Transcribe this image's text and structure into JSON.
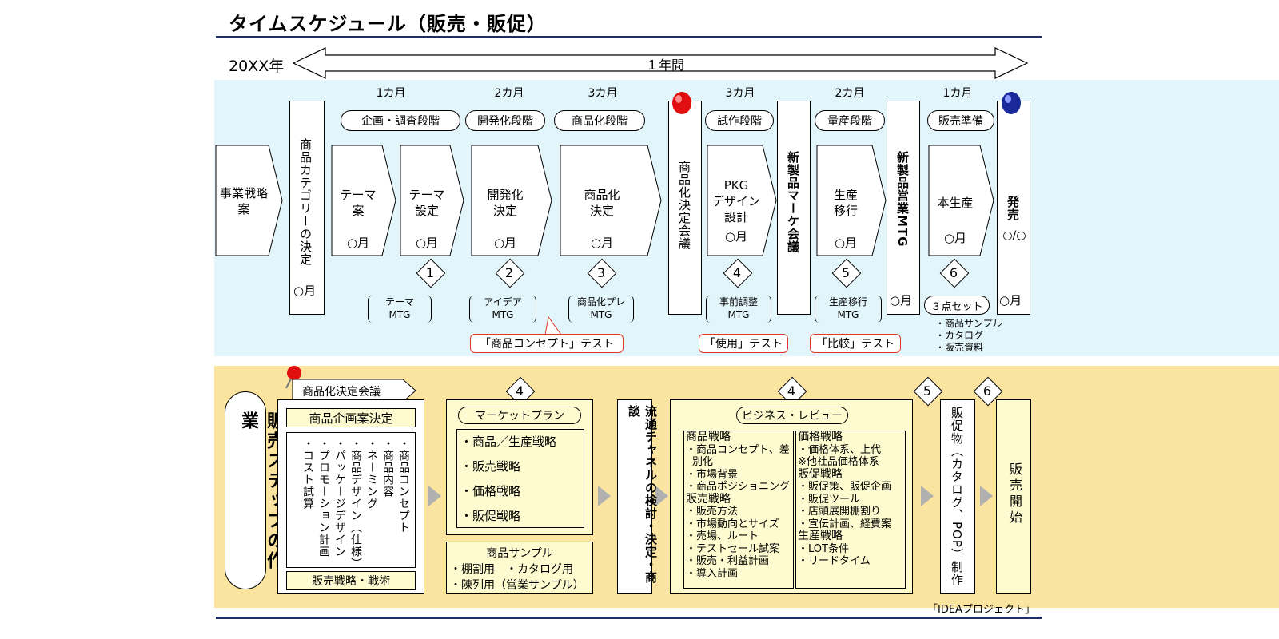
{
  "title": "タイムスケジュール（販売・販促）",
  "year_label": "20XX年",
  "span_label": "１年間",
  "durations": [
    "1カ月",
    "2カ月",
    "3カ月",
    "3カ月",
    "2カ月",
    "1カ月"
  ],
  "phases": [
    "企画・調査段階",
    "開発化段階",
    "商品化段階",
    "試作段階",
    "量産段階",
    "販売準備"
  ],
  "strategy": "事業戦略案",
  "category_decision": [
    "商品カテゴリーの決定",
    "○月"
  ],
  "steps": [
    {
      "l1": "テーマ",
      "l2": "案",
      "date": "○月"
    },
    {
      "l1": "テーマ",
      "l2": "設定",
      "date": "○月"
    },
    {
      "l1": "開発化",
      "l2": "決定",
      "date": "○月"
    },
    {
      "l1": "商品化",
      "l2": "決定",
      "date": "○月"
    },
    {
      "l1": "PKG",
      "l2": "デザイン",
      "l3": "設計",
      "date": "○月"
    },
    {
      "l1": "生産",
      "l2": "移行",
      "date": "○月"
    },
    {
      "l1": "本生産",
      "l2": "",
      "date": "○月"
    }
  ],
  "gates": {
    "commercialization": "商品化決定会議",
    "marketing": "新製品マーケ会議",
    "sales_mtg": "新製品営業MTG",
    "sales_mtg_date": "○月",
    "launch": "発売",
    "launch_date": "○/○",
    "launch_month": "○月"
  },
  "milestones": [
    "1",
    "2",
    "3",
    "4",
    "5",
    "6"
  ],
  "mtgs": [
    {
      "l1": "テーマ",
      "l2": "MTG"
    },
    {
      "l1": "アイデア",
      "l2": "MTG"
    },
    {
      "l1": "商品化プレ",
      "l2": "MTG"
    },
    {
      "l1": "事前調整",
      "l2": "MTG"
    },
    {
      "l1": "生産移行",
      "l2": "MTG"
    }
  ],
  "set3": {
    "label": "３点セット",
    "items": [
      "・商品サンプル",
      "・カタログ",
      "・販売資料"
    ]
  },
  "tests": [
    "「商品コンセプト」テスト",
    "「使用」テスト",
    "「比較」テスト"
  ],
  "bottom": {
    "side_label": "販売ステップの作業",
    "pin_label": "商品化決定会議",
    "plan": {
      "header": "商品企画案決定",
      "cols": [
        "・商品コンセプト",
        "・商品内容",
        "・ネーミング",
        "・商品デザイン（仕様）",
        "・パッケージデザイン",
        "・プロモーション計画",
        "・コスト試算"
      ],
      "footer": "販売戦略・戦術"
    },
    "marketing": {
      "label": "マーケットプラン",
      "items": [
        "・商品／生産戦略",
        "・販売戦略",
        "・価格戦略",
        "・販促戦略"
      ]
    },
    "sample": {
      "label": "商品サンプル",
      "line1": "・棚割用　・カタログ用",
      "line2": "・陳列用（営業サンプル）"
    },
    "channel": "流通チャネルの検討・決定・商談",
    "review": {
      "label": "ビジネス・レビュー",
      "left": [
        "商品戦略",
        "・商品コンセプト、差",
        "別化",
        "・市場背景",
        "・商品ポジショニング",
        "販売戦略",
        "・販売方法",
        "・市場動向とサイズ",
        "・売場、ルート",
        "・テストセール試案",
        "・販売・利益計画",
        "・導入計画"
      ],
      "right": [
        "価格戦略",
        "・価格体系、上代",
        "※他社品価格体系",
        "販促戦略",
        "・販促策、販促企画",
        "・販促ツール",
        "・店頭展開棚割り",
        "・宣伝計画、経費案",
        "生産戦略",
        "・LOT条件",
        "・リードタイム"
      ]
    },
    "promo": "販促物（カタログ、POP）制作",
    "start": "販売開始",
    "badges": [
      "4",
      "4",
      "5",
      "6"
    ]
  },
  "footer": "「IDEAプロジェクト」",
  "colors": {
    "rule": "#1e2c6e",
    "blue_panel": "#e2f5fb",
    "yellow_panel": "#fbe4a0",
    "red_pin": "#e01010",
    "blue_pin": "#1a2a9a",
    "test_border": "#e0382a"
  }
}
